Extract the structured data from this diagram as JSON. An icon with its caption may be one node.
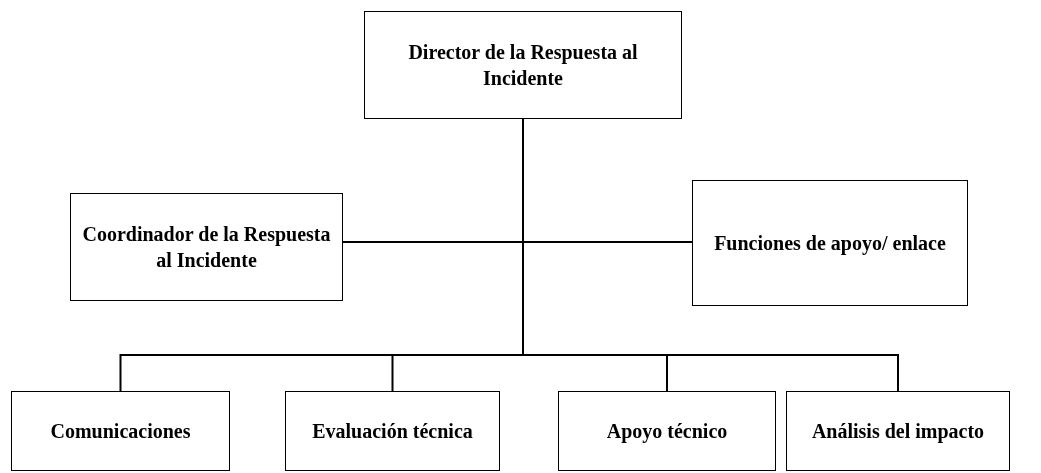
{
  "diagram": {
    "nodes": [
      {
        "text": [
          "Director de la Respuesta al Incidente"
        ]
      },
      {
        "text": [
          "Coordinador de la Respuesta al Incidente"
        ]
      },
      {
        "text": [
          "Funciones de apoyo/ enlace"
        ]
      },
      {
        "text": [
          "Comunicaciones"
        ]
      },
      {
        "text": [
          "Evaluación técnica"
        ]
      },
      {
        "text": [
          "Apoyo técnico"
        ]
      },
      {
        "text": [
          "Análisis del impacto"
        ]
      }
    ],
    "edges": [
      {
        "from": 0,
        "to": 1,
        "arrow": "none"
      },
      {
        "from": 0,
        "to": 2,
        "arrow": "none"
      },
      {
        "from": 0,
        "to": 3,
        "arrow": "none"
      },
      {
        "from": 0,
        "to": 4,
        "arrow": "none"
      },
      {
        "from": 0,
        "to": 5,
        "arrow": "none"
      },
      {
        "from": 0,
        "to": 6,
        "arrow": "none"
      }
    ]
  }
}
